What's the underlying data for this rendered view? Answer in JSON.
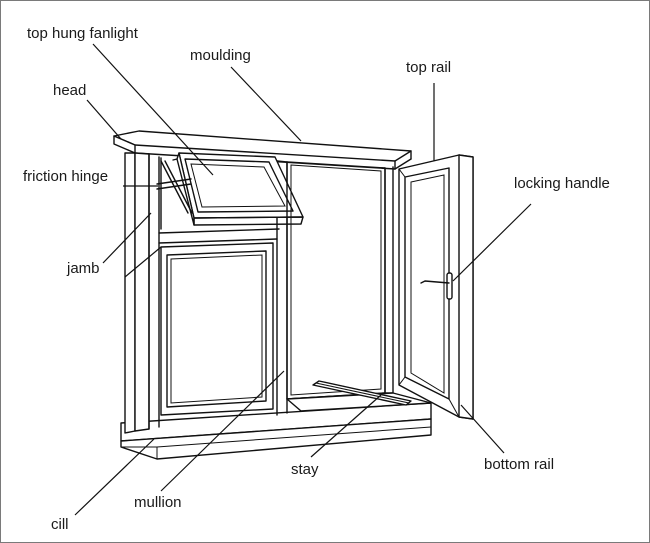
{
  "labels": {
    "top_hung_fanlight": "top hung fanlight",
    "moulding": "moulding",
    "head": "head",
    "top_rail": "top rail",
    "friction_hinge": "friction hinge",
    "locking_handle": "locking handle",
    "jamb": "jamb",
    "stay": "stay",
    "bottom_rail": "bottom rail",
    "mullion": "mullion",
    "cill": "cill"
  },
  "colors": {
    "ink": "#111111",
    "border": "#7a7a7a",
    "background": "#ffffff"
  }
}
